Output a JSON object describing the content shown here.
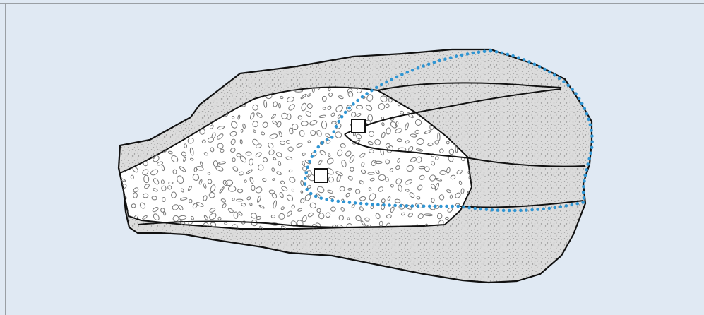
{
  "figure": {
    "type": "geological-cross-section-sketch",
    "colors": {
      "background": "#e0e9f3",
      "frame_border": "#555555",
      "outline": "#111111",
      "speckle_fill": "#dcdcdc",
      "speckle_dots": "#8f8f8f",
      "conglomerate_fill": "#ffffff",
      "pebble_stroke": "#777777",
      "boundary_dotted": "#2f95d3",
      "sample_marker_fill": "#ffffff"
    },
    "regions": [
      {
        "id": "outer-rock-body",
        "fill": "speckled"
      },
      {
        "id": "conglomerate-zone",
        "fill": "pebbles"
      },
      {
        "id": "upper-right-band",
        "fill": "speckled"
      },
      {
        "id": "middle-right-band",
        "fill": "speckled"
      },
      {
        "id": "lower-right-band",
        "fill": "speckled"
      }
    ],
    "markers": [
      {
        "id": "sample-marker-upper",
        "shape": "square"
      },
      {
        "id": "sample-marker-lower",
        "shape": "square"
      }
    ],
    "dotted_boundary": {
      "style": "dotted",
      "color": "#2f95d3"
    }
  }
}
